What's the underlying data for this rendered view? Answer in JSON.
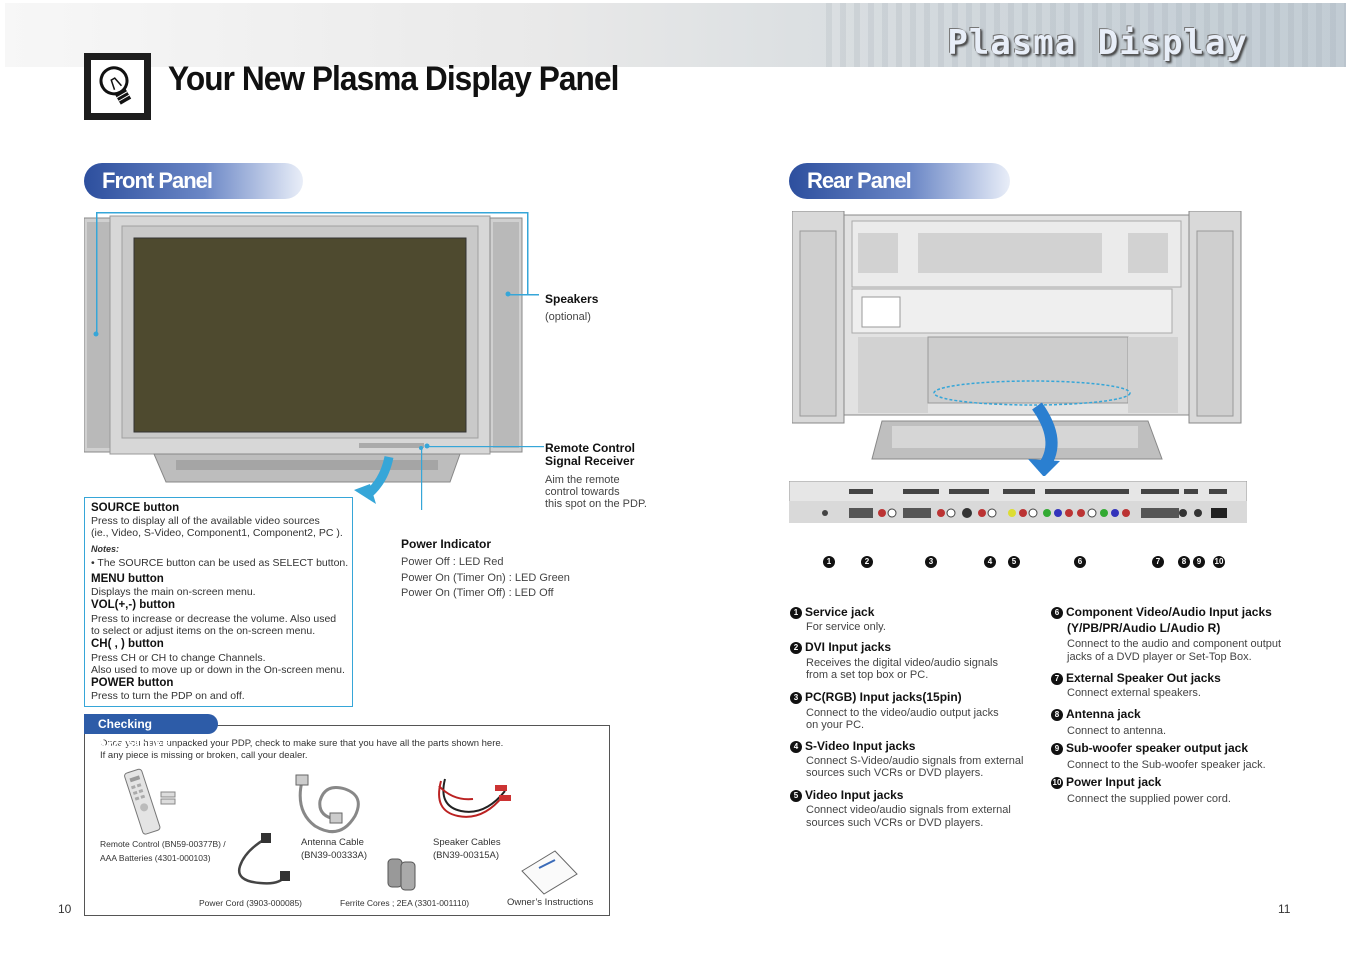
{
  "header": {
    "banner_title": "Plasma Display",
    "page_title": "Your New Plasma Display Panel"
  },
  "front_panel": {
    "heading": "Front Panel",
    "speakers_label": "Speakers",
    "speakers_note": "(optional)",
    "remote_label_1": "Remote Control",
    "remote_label_2": "Signal Receiver",
    "remote_desc": [
      "Aim the remote",
      "control towards",
      "this spot on the PDP."
    ],
    "power_indicator_label": "Power Indicator",
    "power_indicator_lines": [
      "Power Off   :  LED Red",
      "Power On (Timer On)  :  LED Green",
      "Power On (Timer Off)  :  LED Off"
    ],
    "buttons": {
      "source_h": "SOURCE button",
      "source_t1": "Press to display all of the available video sources",
      "source_t2": "(ie., Video, S-Video, Component1, Component2, PC ).",
      "notes_h": "Notes:",
      "notes_t": "• The SOURCE button can be used as SELECT button.",
      "menu_h": "MENU button",
      "menu_t": "Displays the main on-screen menu.",
      "vol_h": "VOL(+,-) button",
      "vol_t1": "Press to increase or decrease the volume. Also used",
      "vol_t2": "to select or adjust items on the on-screen menu.",
      "ch_h": "CH(     ,     ) button",
      "ch_t1": "Press CH     or CH     to change Channels.",
      "ch_t2": "Also used to move up or down in the On-screen menu.",
      "power_h": "POWER button",
      "power_t": "Press to turn the PDP on and off."
    }
  },
  "accessories": {
    "tab": "Checking Accessories",
    "intro_1": "Once you have unpacked your PDP, check to make sure that you have all the parts shown here.",
    "intro_2": "If any piece is missing or broken, call your dealer.",
    "remote_1": "Remote Control (BN59-00377B) /",
    "remote_2": "AAA Batteries (4301-000103)",
    "antenna_1": "Antenna Cable",
    "antenna_2": "(BN39-00333A)",
    "speaker_1": "Speaker Cables",
    "speaker_2": "(BN39-00315A)",
    "power_cord": "Power Cord (3903-000085)",
    "ferrite": "Ferrite Cores ; 2EA (3301-001110)",
    "owners": "Owner’s Instructions"
  },
  "rear_panel": {
    "heading": "Rear Panel",
    "numbers": [
      "1",
      "2",
      "3",
      "4",
      "5",
      "6",
      "7",
      "8",
      "9",
      "10"
    ],
    "items": [
      {
        "num": "1",
        "title": "Service jack",
        "desc": [
          "For service only."
        ]
      },
      {
        "num": "2",
        "title": "DVI Input jacks",
        "desc": [
          "Receives the digital video/audio signals",
          "from a set top box or PC."
        ]
      },
      {
        "num": "3",
        "title": "PC(RGB) Input jacks(15pin)",
        "desc": [
          "Connect to the video/audio output jacks",
          "on your PC."
        ]
      },
      {
        "num": "4",
        "title": "S-Video Input jacks",
        "desc": [
          "Connect S-Video/audio signals from   external",
          "sources such VCRs or DVD players."
        ]
      },
      {
        "num": "5",
        "title": "Video Input jacks",
        "desc": [
          "Connect video/audio signals from external",
          "sources such VCRs or DVD players."
        ]
      },
      {
        "num": "6",
        "title": "Component Video/Audio Input jacks",
        "title2": "(Y/PB/PR/Audio L/Audio R)",
        "desc": [
          "Connect to the audio and component output",
          "jacks of a DVD player or Set-Top Box."
        ]
      },
      {
        "num": "7",
        "title": "External Speaker Out jacks",
        "desc": [
          "Connect external speakers."
        ]
      },
      {
        "num": "8",
        "title": "Antenna jack",
        "desc": [
          "Connect to antenna."
        ]
      },
      {
        "num": "9",
        "title": "Sub-woofer speaker output jack",
        "desc": [
          "Connect to the Sub-woofer speaker jack."
        ]
      },
      {
        "num": "10",
        "title": "Power Input jack",
        "desc": [
          "Connect the supplied power cord."
        ]
      }
    ]
  },
  "footer": {
    "page_left": "10",
    "page_right": "11"
  },
  "colors": {
    "accent_blue": "#2d4f9e",
    "callout_cyan": "#36a6d8",
    "screen": "#4e4a2f"
  }
}
